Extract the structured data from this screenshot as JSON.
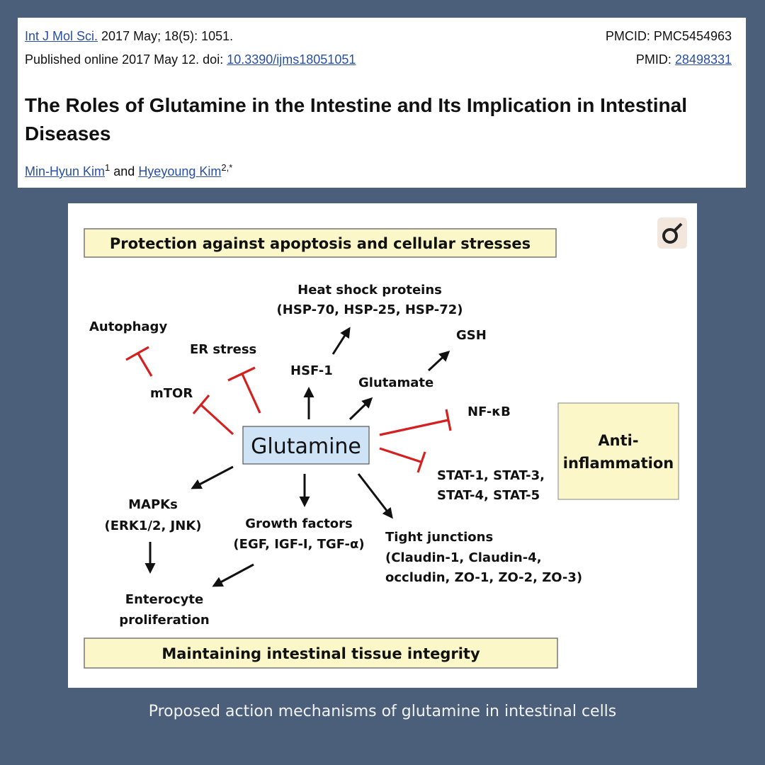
{
  "article": {
    "journal": "Int J Mol Sci.",
    "citation": " 2017 May; 18(5): 1051.",
    "published": "Published online 2017 May 12. doi: ",
    "doi": "10.3390/ijms18051051",
    "pmcid": "PMCID: PMC5454963",
    "pmid_label": "PMID: ",
    "pmid": "28498331",
    "title": "The Roles of Glutamine in the Intestine and Its Implication in Intestinal Diseases",
    "author1": "Min-Hyun Kim",
    "author1_sup": "1",
    "and": " and ",
    "author2": "Hyeyoung Kim",
    "author2_sup": "2,*"
  },
  "figure": {
    "top_banner": "Protection against apoptosis and cellular stresses",
    "bottom_banner": "Maintaining intestinal tissue integrity",
    "center": "Glutamine",
    "side_box_line1": "Anti-",
    "side_box_line2": "inflammation",
    "heat_shock_1": "Heat shock proteins",
    "heat_shock_2": "(HSP-70, HSP-25, HSP-72)",
    "autophagy": "Autophagy",
    "er_stress": "ER stress",
    "mtor": "mTOR",
    "hsf1": "HSF-1",
    "glutamate": "Glutamate",
    "gsh": "GSH",
    "nfkb": "NF-κB",
    "stat_1": "STAT-1, STAT-3,",
    "stat_2": "STAT-4, STAT-5",
    "mapks_1": "MAPKs",
    "mapks_2": "(ERK1/2, JNK)",
    "growth_1": "Growth factors",
    "growth_2": "(EGF, IGF-I, TGF-α)",
    "tight_1": "Tight junctions",
    "tight_2": "(Claudin-1, Claudin-4,",
    "tight_3": "occludin, ZO-1, ZO-2, ZO-3)",
    "entero_1": "Enterocyte",
    "entero_2": "proliferation"
  },
  "caption": "Proposed action mechanisms of glutamine in intestinal cells",
  "colors": {
    "background": "#4b5f7a",
    "banner_fill": "#fbf7c8",
    "center_fill": "#cfe3f7",
    "inhibit": "#d42020",
    "link": "#2a4fa0"
  }
}
